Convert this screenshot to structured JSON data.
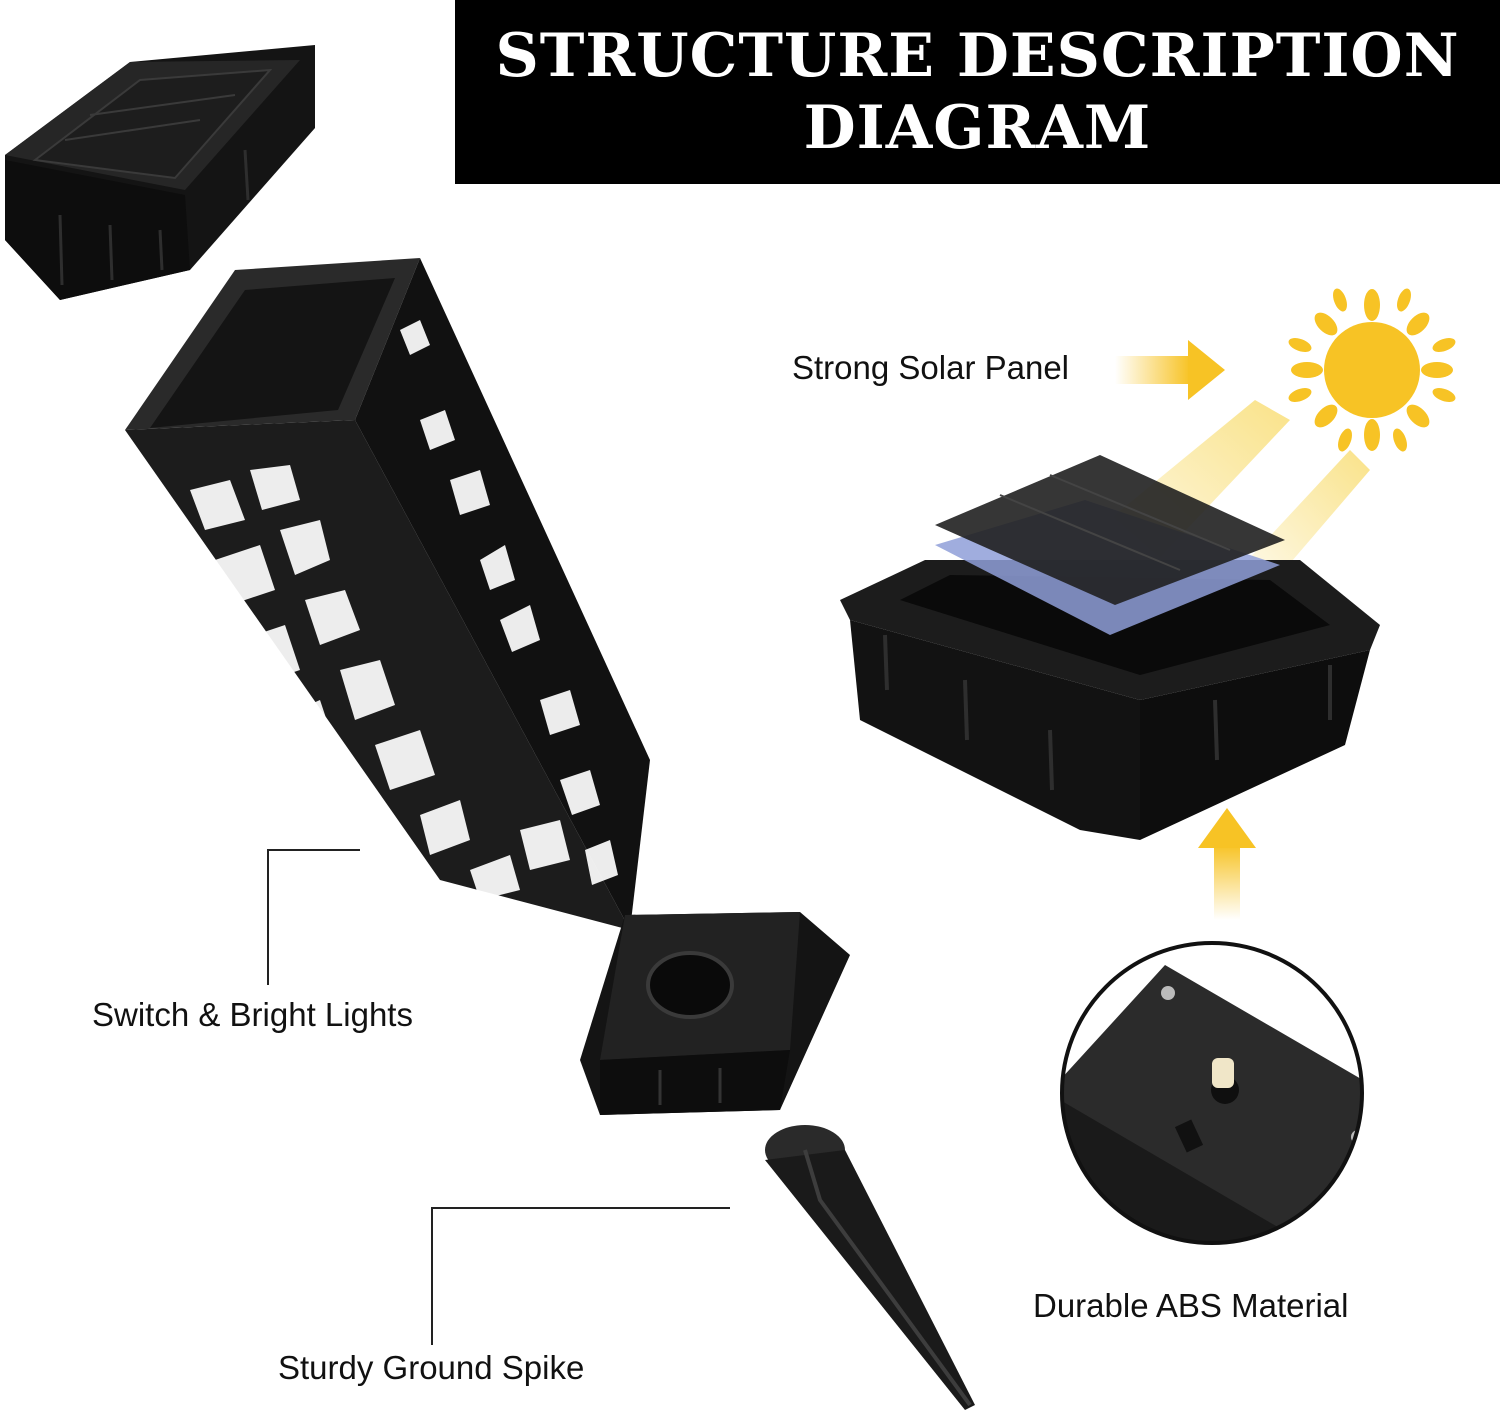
{
  "title": {
    "line1": "STRUCTURE DESCRIPTION",
    "line2": "DIAGRAM"
  },
  "labels": {
    "solar_panel": "Strong Solar Panel",
    "switch_lights": "Switch & Bright Lights",
    "ground_spike": "Sturdy Ground Spike",
    "abs_material": "Durable ABS Material"
  },
  "colors": {
    "banner": "#000000",
    "banner_text": "#ffffff",
    "product": "#1b1b1b",
    "sun": "#f7c325",
    "arrow": "#f7c325",
    "panel_blue": "#8f9fd8"
  },
  "icons": [
    "sun-icon",
    "arrow-right-icon",
    "arrow-up-icon"
  ]
}
